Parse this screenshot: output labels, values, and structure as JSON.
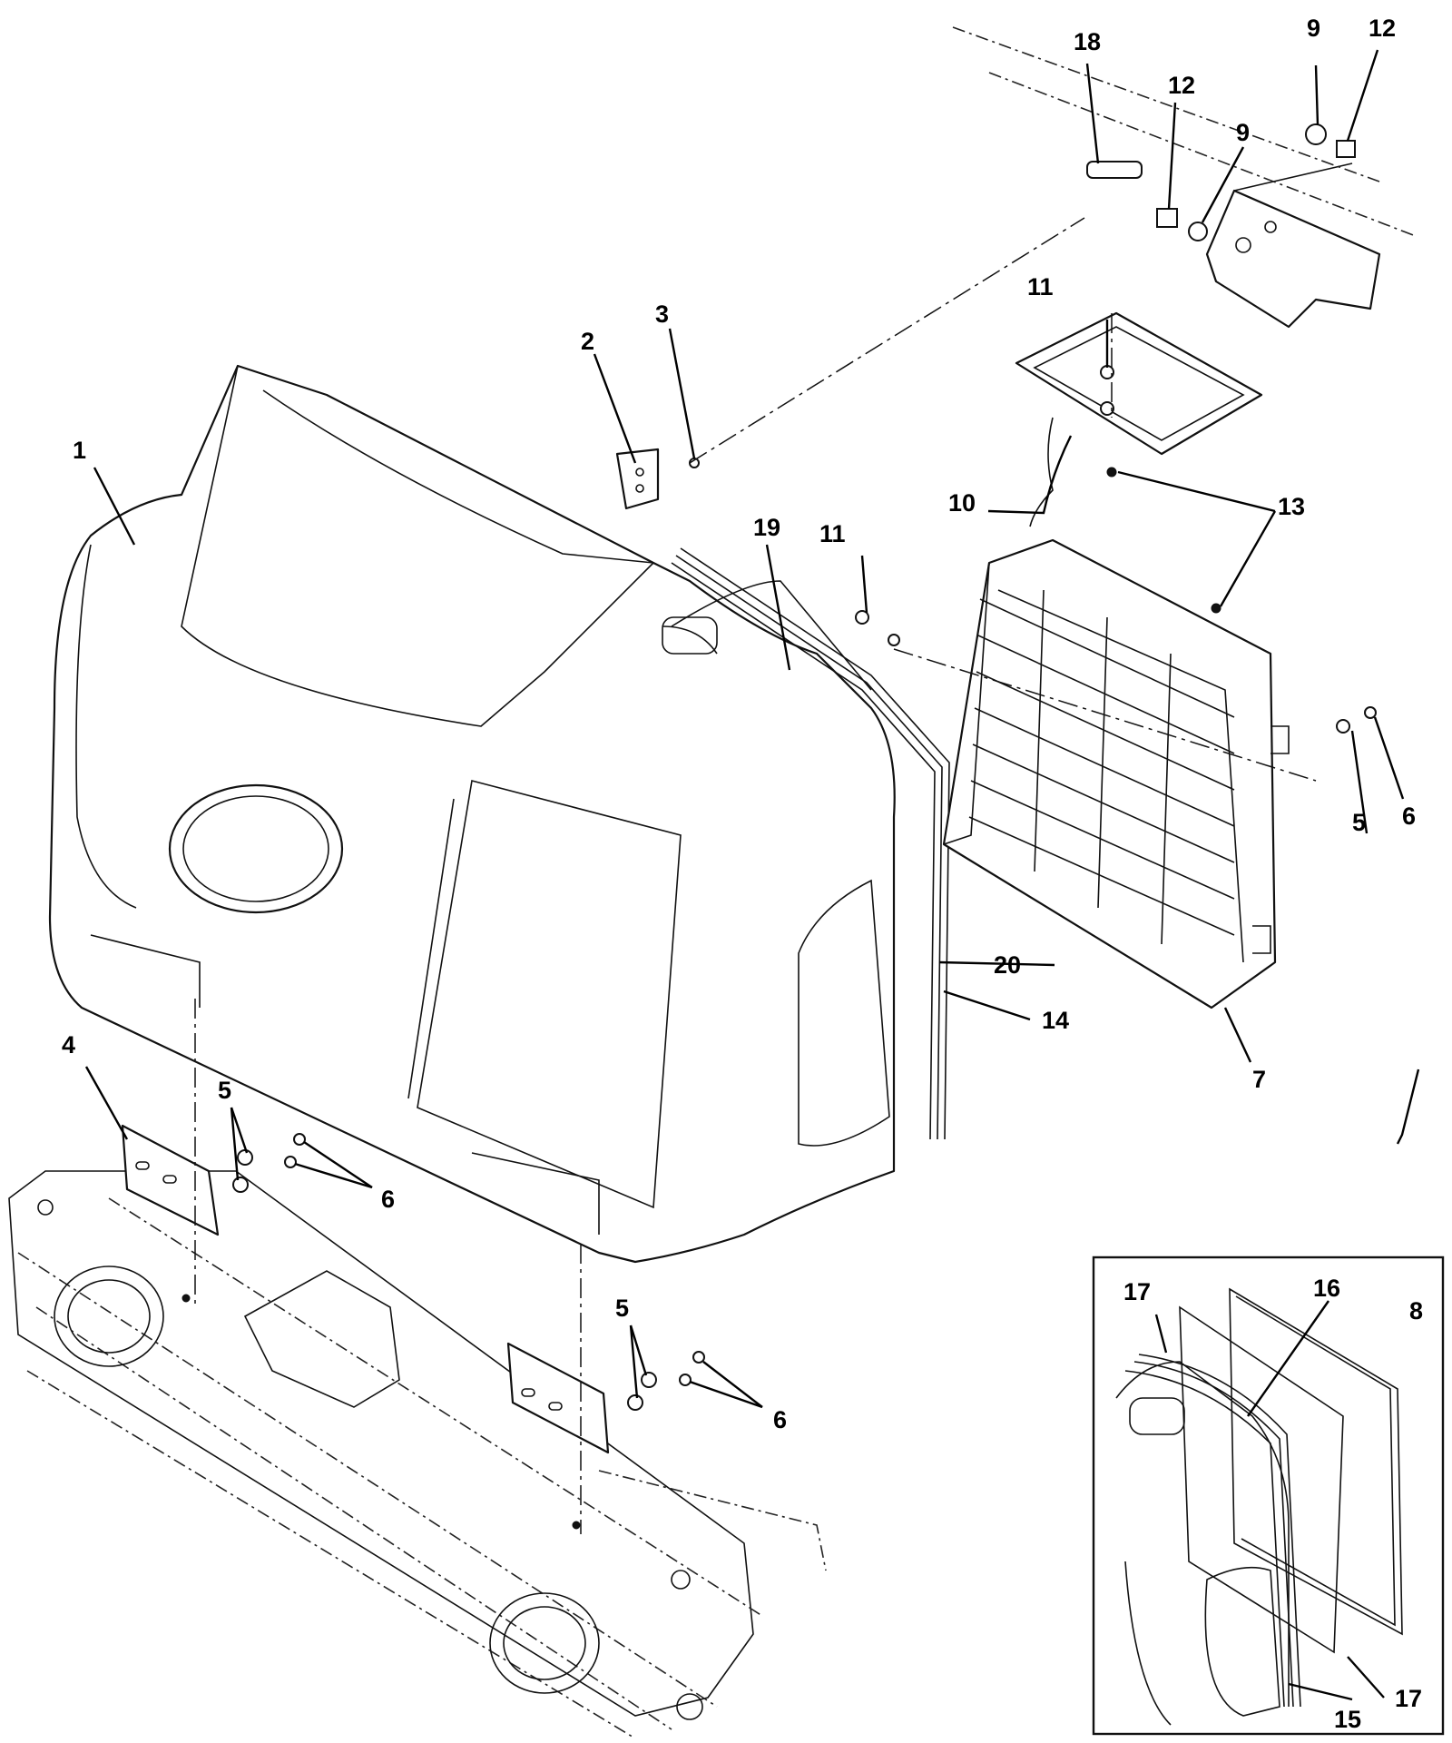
{
  "diagram": {
    "callouts": [
      {
        "id": "c1",
        "label": "1"
      },
      {
        "id": "c2",
        "label": "2"
      },
      {
        "id": "c3",
        "label": "3"
      },
      {
        "id": "c4",
        "label": "4"
      },
      {
        "id": "c5a",
        "label": "5"
      },
      {
        "id": "c5b",
        "label": "5"
      },
      {
        "id": "c5c",
        "label": "5"
      },
      {
        "id": "c6a",
        "label": "6"
      },
      {
        "id": "c6b",
        "label": "6"
      },
      {
        "id": "c6c",
        "label": "6"
      },
      {
        "id": "c7",
        "label": "7"
      },
      {
        "id": "c8",
        "label": "8"
      },
      {
        "id": "c9a",
        "label": "9"
      },
      {
        "id": "c9b",
        "label": "9"
      },
      {
        "id": "c10",
        "label": "10"
      },
      {
        "id": "c11a",
        "label": "11"
      },
      {
        "id": "c11b",
        "label": "11"
      },
      {
        "id": "c12a",
        "label": "12"
      },
      {
        "id": "c12b",
        "label": "12"
      },
      {
        "id": "c13",
        "label": "13"
      },
      {
        "id": "c14",
        "label": "14"
      },
      {
        "id": "c15",
        "label": "15"
      },
      {
        "id": "c16",
        "label": "16"
      },
      {
        "id": "c17a",
        "label": "17"
      },
      {
        "id": "c17b",
        "label": "17"
      },
      {
        "id": "c18",
        "label": "18"
      },
      {
        "id": "c19",
        "label": "19"
      },
      {
        "id": "c20",
        "label": "20"
      }
    ]
  }
}
